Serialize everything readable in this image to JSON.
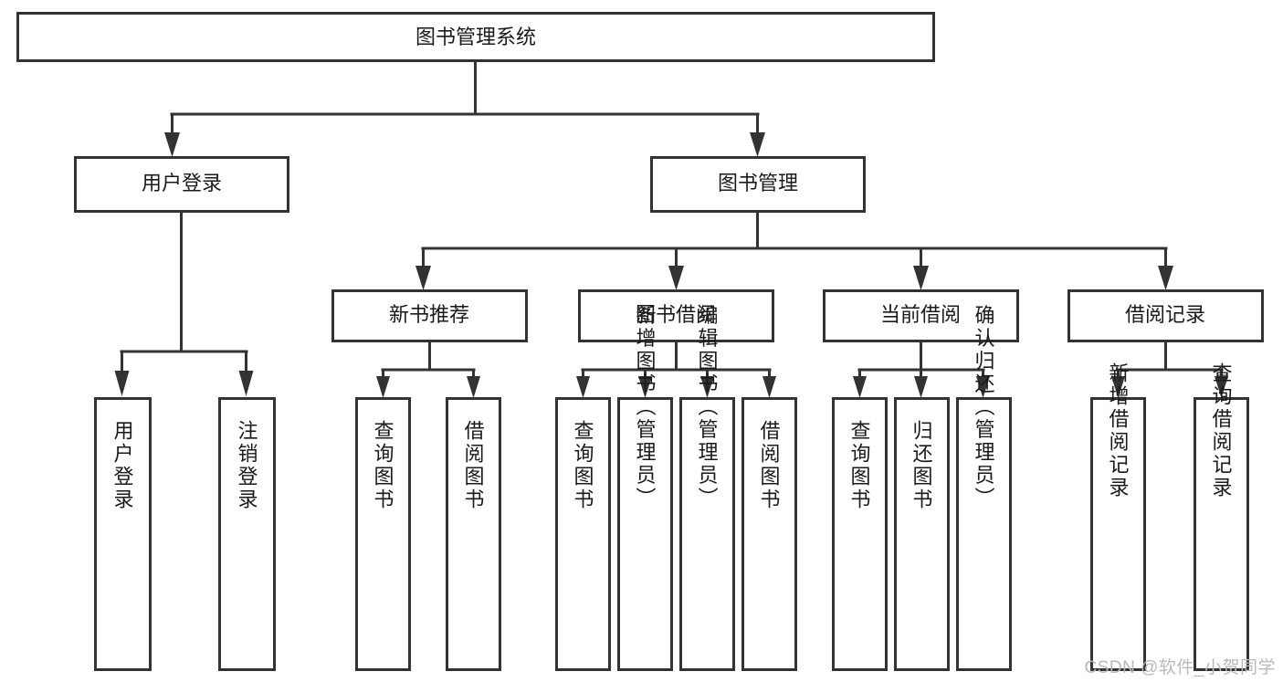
{
  "diagram": {
    "title": "图书管理系统",
    "type": "tree-hierarchy-chart",
    "root": {
      "id": "root",
      "label": "图书管理系统"
    },
    "level2": [
      {
        "id": "user-login",
        "label": "用户登录"
      },
      {
        "id": "book-manage",
        "label": "图书管理"
      }
    ],
    "level3": [
      {
        "id": "new-book-recommend",
        "label": "新书推荐",
        "parent": "book-manage"
      },
      {
        "id": "book-borrow",
        "label": "图书借阅",
        "parent": "book-manage"
      },
      {
        "id": "current-borrow",
        "label": "当前借阅",
        "parent": "book-manage"
      },
      {
        "id": "borrow-record",
        "label": "借阅记录",
        "parent": "book-manage"
      }
    ],
    "leaves": [
      {
        "id": "leaf-user-login",
        "label": "用户登录",
        "parent": "user-login"
      },
      {
        "id": "leaf-logout-login",
        "label": "注销登录",
        "parent": "user-login"
      },
      {
        "id": "leaf-query-book-1",
        "label": "查询图书",
        "parent": "new-book-recommend"
      },
      {
        "id": "leaf-borrow-book-1",
        "label": "借阅图书",
        "parent": "new-book-recommend"
      },
      {
        "id": "leaf-query-book-2",
        "label": "查询图书",
        "parent": "book-borrow"
      },
      {
        "id": "leaf-add-book",
        "label": "新增图书（管理员）",
        "parent": "book-borrow"
      },
      {
        "id": "leaf-edit-book",
        "label": "编辑图书（管理员）",
        "parent": "book-borrow"
      },
      {
        "id": "leaf-borrow-book-2",
        "label": "借阅图书",
        "parent": "book-borrow"
      },
      {
        "id": "leaf-query-book-3",
        "label": "查询图书",
        "parent": "current-borrow"
      },
      {
        "id": "leaf-return-book",
        "label": "归还图书",
        "parent": "current-borrow"
      },
      {
        "id": "leaf-confirm-return",
        "label": "确认归还（管理员）",
        "parent": "current-borrow"
      },
      {
        "id": "leaf-add-record",
        "label": "新增借阅记录",
        "parent": "borrow-record"
      },
      {
        "id": "leaf-query-record",
        "label": "查询借阅记录",
        "parent": "borrow-record"
      }
    ],
    "colors": {
      "box_stroke": "#333333",
      "box_fill": "#ffffff",
      "connector": "#333333",
      "text": "#1a1a1a",
      "background": "#ffffff",
      "watermark": "#b9b9b9"
    }
  },
  "watermark": {
    "text": "CSDN @软件_小贺同学"
  }
}
